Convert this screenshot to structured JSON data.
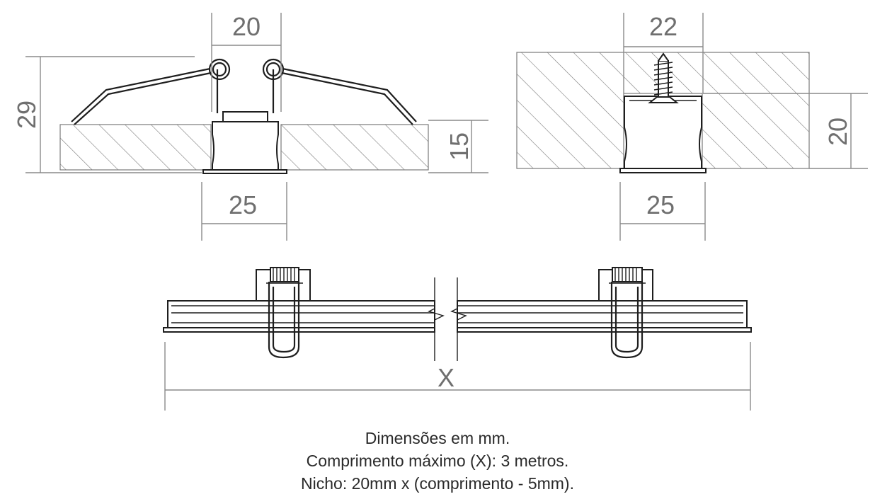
{
  "dimensions": {
    "view_clip_top_width": "20",
    "view_clip_height": "29",
    "view_clip_ceiling_thickness": "15",
    "view_clip_bottom_width": "25",
    "view_screw_top_width": "22",
    "view_screw_niche_depth": "20",
    "view_screw_bottom_width": "25",
    "length_label": "X"
  },
  "notes": {
    "line1": "Dimensões em mm.",
    "line2": "Comprimento máximo (X): 3 metros.",
    "line3": "Nicho: 20mm x (comprimento - 5mm)."
  },
  "colors": {
    "dimension_text": "#6f6f6f",
    "outline": "#1e1e1e",
    "hatch": "#7a7a7a"
  }
}
